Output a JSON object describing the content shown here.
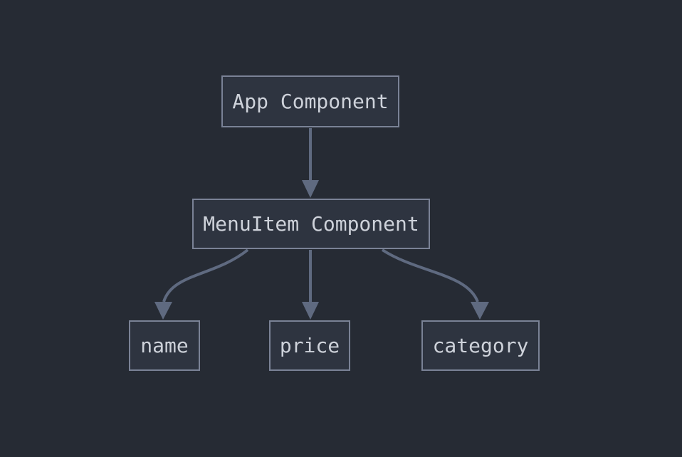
{
  "diagram": {
    "type": "component-hierarchy",
    "nodes": [
      {
        "id": "app",
        "label": "App Component"
      },
      {
        "id": "menuitem",
        "label": "MenuItem Component"
      },
      {
        "id": "name",
        "label": "name"
      },
      {
        "id": "price",
        "label": "price"
      },
      {
        "id": "category",
        "label": "category"
      }
    ],
    "edges": [
      {
        "from": "app",
        "to": "menuitem",
        "style": "straight-down"
      },
      {
        "from": "menuitem",
        "to": "name",
        "style": "curved-left"
      },
      {
        "from": "menuitem",
        "to": "price",
        "style": "straight-down"
      },
      {
        "from": "menuitem",
        "to": "category",
        "style": "curved-right"
      }
    ],
    "colors": {
      "background": "#262b34",
      "node_fill": "#2e3440",
      "node_border": "#7a8296",
      "node_text": "#ced2da",
      "arrow": "#5f6a80"
    }
  }
}
